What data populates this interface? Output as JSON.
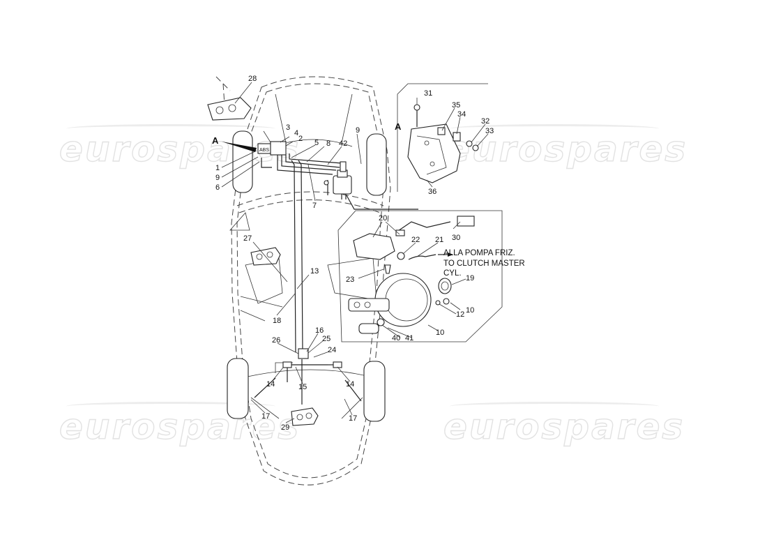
{
  "watermark": "eurospares",
  "view_markers": {
    "main": "A",
    "detail": "A"
  },
  "abs_label": "ABS",
  "callouts": [
    "28",
    "3",
    "4",
    "2",
    "5",
    "8",
    "42",
    "9",
    "1",
    "9",
    "6",
    "7",
    "31",
    "35",
    "34",
    "32",
    "33",
    "36",
    "20",
    "30",
    "22",
    "21",
    "23",
    "19",
    "10",
    "12",
    "10",
    "40",
    "41",
    "27",
    "13",
    "18",
    "16",
    "25",
    "26",
    "24",
    "14",
    "15",
    "14",
    "17",
    "29",
    "17"
  ],
  "note": {
    "line1": "ALLA POMPA FRIZ.",
    "line2": "TO CLUTCH MASTER",
    "line3": "CYL."
  }
}
